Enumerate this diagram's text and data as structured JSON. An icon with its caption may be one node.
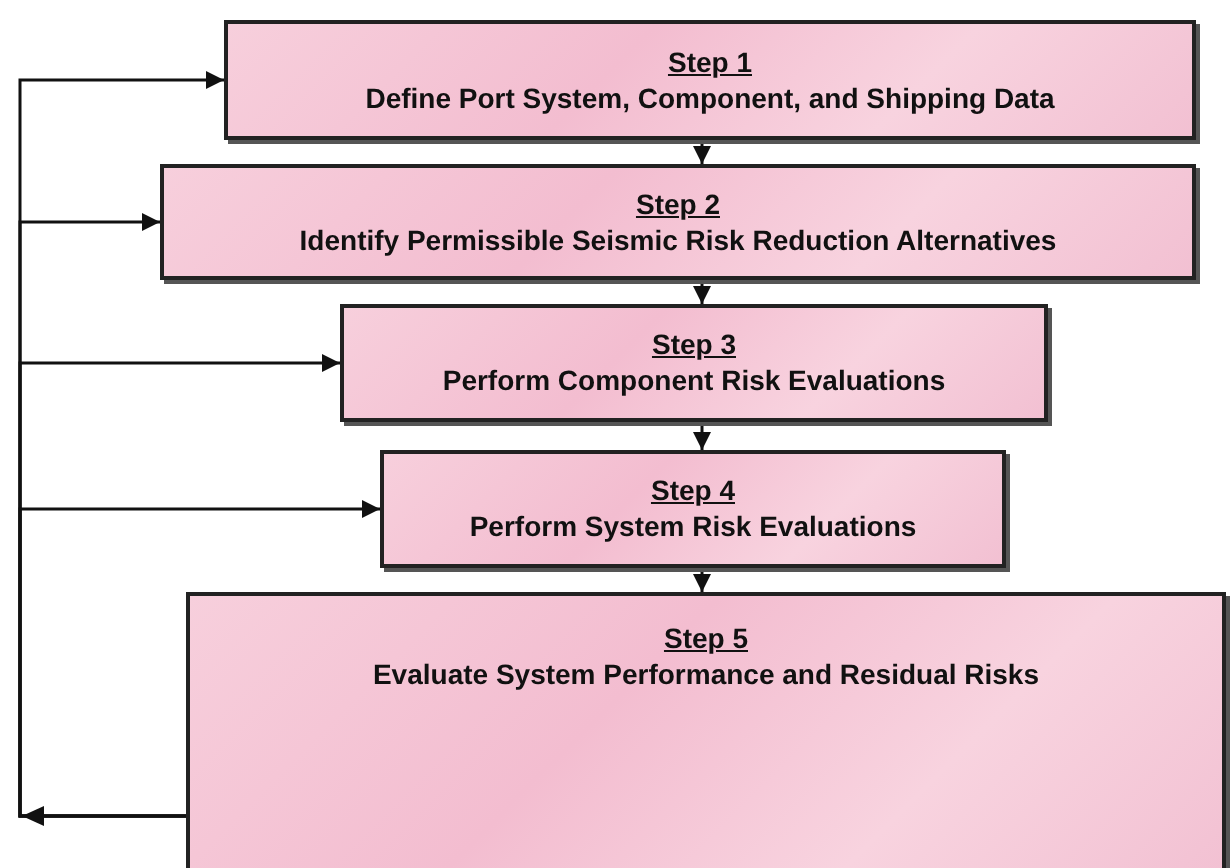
{
  "diagram": {
    "nodes": [
      {
        "text": [
          "Step 1",
          "Define Port System, Component, and Shipping Data"
        ]
      },
      {
        "text": [
          "Step 2",
          "Identify Permissible Seismic Risk Reduction Alternatives"
        ]
      },
      {
        "text": [
          "Step 3",
          "Perform Component Risk Evaluations"
        ]
      },
      {
        "text": [
          "Step 4",
          "Perform System Risk Evaluations"
        ]
      },
      {
        "text": [
          "Step 5",
          "Evaluate System Performance and Residual Risks"
        ]
      }
    ],
    "edges": [
      {
        "from": 0,
        "to": 1,
        "arrow": "to"
      },
      {
        "from": 1,
        "to": 2,
        "arrow": "to"
      },
      {
        "from": 2,
        "to": 3,
        "arrow": "to"
      },
      {
        "from": 3,
        "to": 4,
        "arrow": "to"
      },
      {
        "from": 4,
        "to": 0,
        "arrow": "to"
      },
      {
        "from": 4,
        "to": 1,
        "arrow": "to"
      },
      {
        "from": 4,
        "to": 2,
        "arrow": "to"
      },
      {
        "from": 4,
        "to": 3,
        "arrow": "to"
      }
    ]
  }
}
